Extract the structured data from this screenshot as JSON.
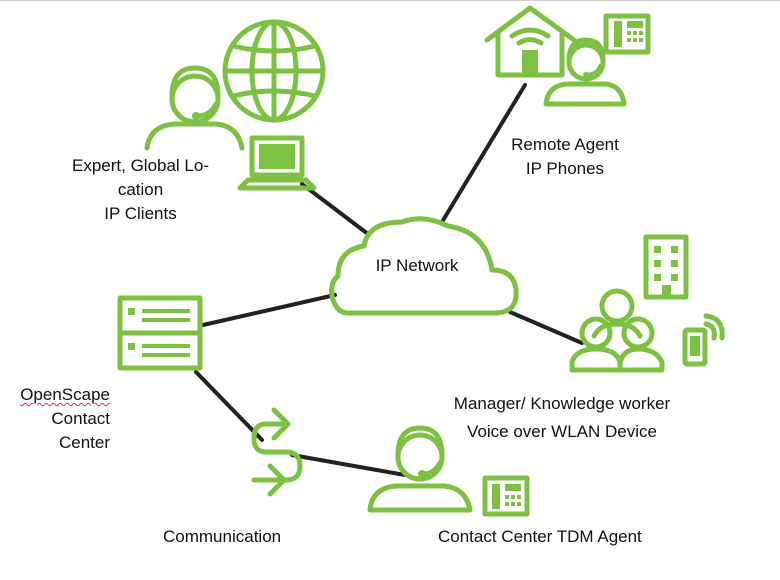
{
  "labels": {
    "expert": [
      "Expert, Global Lo-",
      "cation",
      "IP Clients"
    ],
    "remote": [
      "Remote Agent",
      "IP Phones"
    ],
    "network": "IP Network",
    "openscape": [
      "OpenScape",
      "Contact",
      "Center"
    ],
    "manager": [
      "Manager/ Knowledge worker",
      "Voice over WLAN Device"
    ],
    "communication": "Communication",
    "tdm": "Contact Center TDM Agent"
  },
  "colors": {
    "accent": "#7dc142",
    "connector": "#222222"
  },
  "icons": [
    "globe-icon",
    "agent-headset-icon",
    "laptop-icon",
    "house-wifi-icon",
    "desk-phone-icon",
    "cloud-icon",
    "server-icon",
    "building-icon",
    "group-icon",
    "mobile-wifi-icon",
    "routing-arrows-icon"
  ]
}
